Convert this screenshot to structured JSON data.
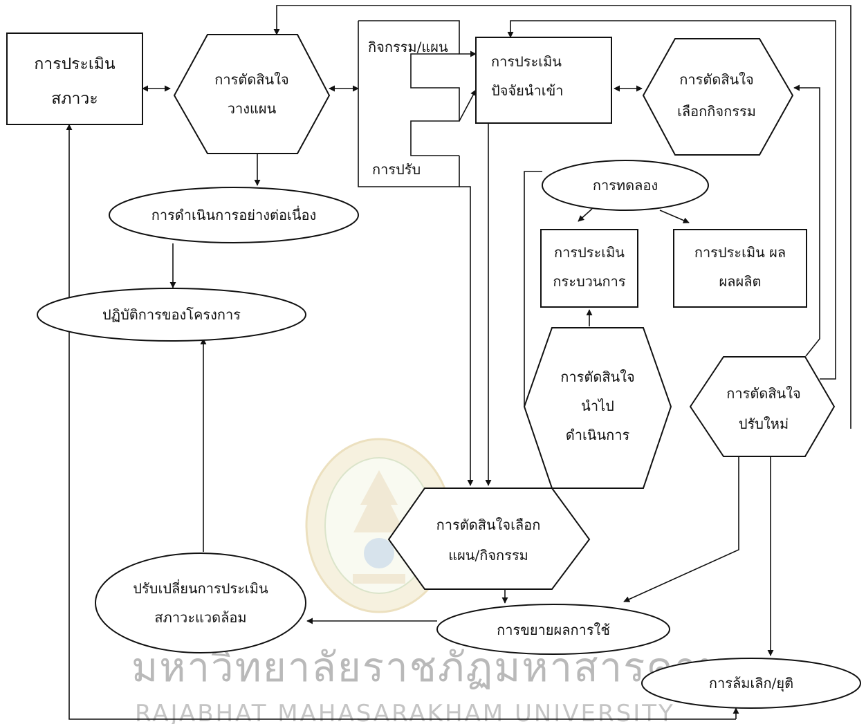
{
  "colors": {
    "stroke": "#111111",
    "watermark": "#b9b9b9",
    "seal": "#d8c38a"
  },
  "nodes": {
    "status_assessment": [
      "การประเมิน",
      "สภาวะ"
    ],
    "planning_decision": [
      "การตัดสินใจ",
      "วางแผน"
    ],
    "activity_plan": "กิจกรรม/แผน",
    "adjustment": "การปรับ",
    "input_assessment": [
      "การประเมิน",
      "ปัจจัยนำเข้า"
    ],
    "activity_choice_decision": [
      "การตัดสินใจ",
      "เลือกกิจกรรม"
    ],
    "continuous_operation": "การดำเนินการอย่างต่อเนื่อง",
    "project_operation": "ปฏิบัติการของโครงการ",
    "experiment": "การทดลอง",
    "process_assessment": [
      "การประเมิน",
      "กระบวนการ"
    ],
    "output_assessment": [
      "การประเมิน ผล",
      "ผลผลิต"
    ],
    "implementation_decision": [
      "การตัดสินใจ",
      "นำไป",
      "ดำเนินการ"
    ],
    "redesign_decision": [
      "การตัดสินใจ",
      "ปรับใหม่"
    ],
    "plan_activity_choice_decision": [
      "การตัดสินใจเลือก",
      "แผน/กิจกรรม"
    ],
    "environment_assessment_change": [
      "ปรับเปลี่ยนการประเมิน",
      "สภาวะแวดล้อม"
    ],
    "diffusion": "การขยายผลการใช้",
    "termination": "การล้มเลิก/ยุติ"
  },
  "watermark": {
    "thai": "มหาวิทยาลัยราชภัฏมหาสารคาม",
    "english": "RAJABHAT MAHASARAKHAM UNIVERSITY",
    "seal": "university-seal-icon"
  }
}
